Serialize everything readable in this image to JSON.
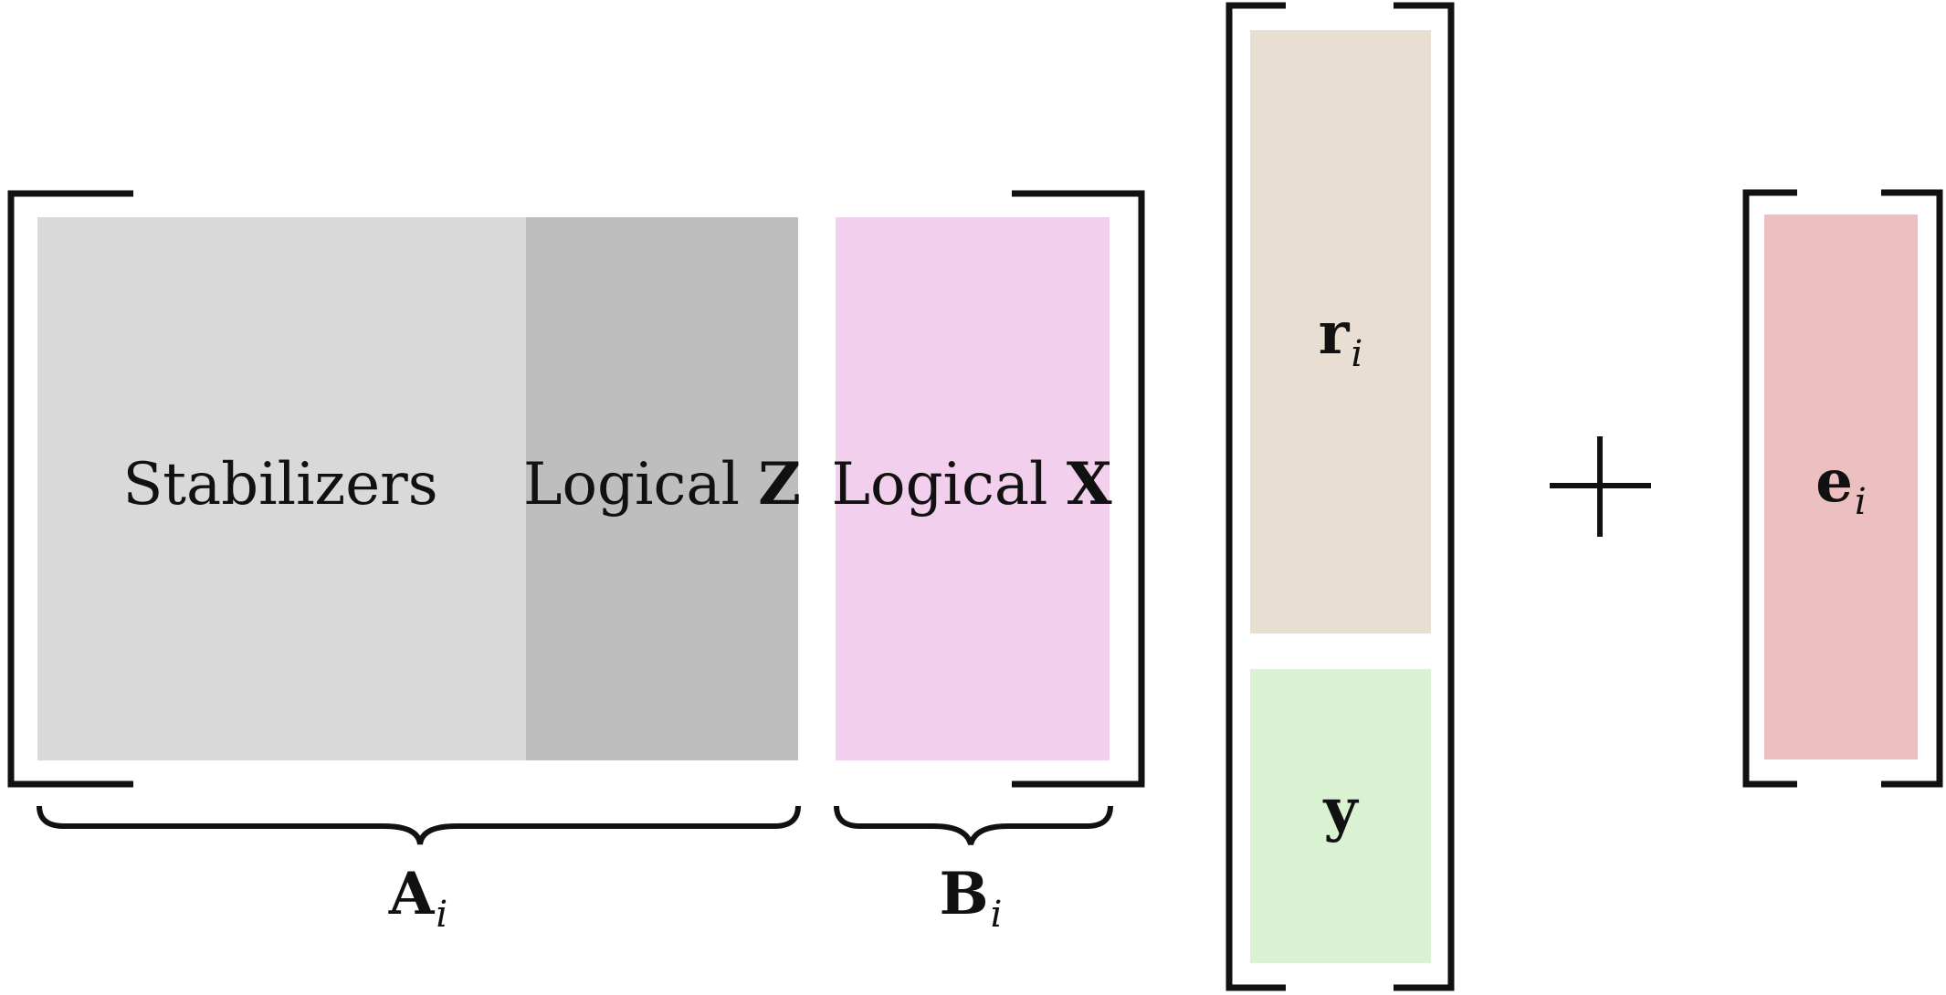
{
  "colors": {
    "stabilizers": "#d9d9d9",
    "logical_z": "#bebebe",
    "logical_x": "#f2cfed",
    "r": "#e8dfd2",
    "y": "#d9f2d2",
    "e": "#ecbfc0",
    "ink": "#111111"
  },
  "matrix": {
    "stabilizers_label": "Stabilizers",
    "logical_z_prefix": "Logical",
    "logical_z_symbol": "Z",
    "logical_x_prefix": "Logical",
    "logical_x_symbol": "X"
  },
  "braces": {
    "a_symbol": "A",
    "a_subscript": "i",
    "b_symbol": "B",
    "b_subscript": "i"
  },
  "vector": {
    "r_symbol": "r",
    "r_subscript": "i",
    "y_symbol": "y"
  },
  "operator": {
    "plus_icon": "plus-icon"
  },
  "error": {
    "e_symbol": "e",
    "e_subscript": "i"
  }
}
